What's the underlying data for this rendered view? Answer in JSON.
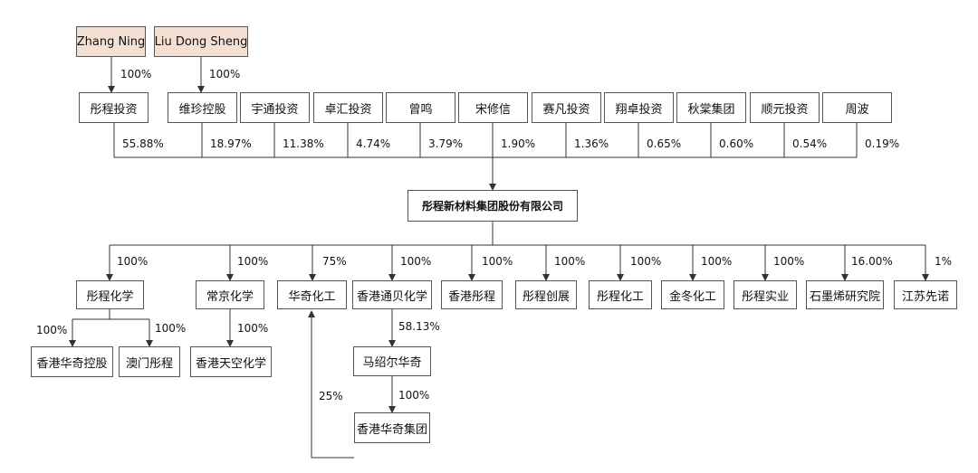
{
  "people": [
    "Zhang Ning",
    "Liu Dong Sheng"
  ],
  "people_pct": [
    "100%",
    "100%"
  ],
  "shareholders": [
    "彤程投资",
    "维珍控股",
    "宇通投资",
    "卓汇投资",
    "曾鸣",
    "宋修信",
    "赛凡投资",
    "翔卓投资",
    "秋棠集团",
    "顺元投资",
    "周波"
  ],
  "shareholder_pct": [
    "55.88%",
    "18.97%",
    "11.38%",
    "4.74%",
    "3.79%",
    "1.90%",
    "1.36%",
    "0.65%",
    "0.60%",
    "0.54%",
    "0.19%"
  ],
  "center": "彤程新材料集团股份有限公司",
  "subsidiaries": [
    "彤程化学",
    "常京化学",
    "华奇化工",
    "香港通贝化学",
    "香港彤程",
    "彤程创展",
    "彤程化工",
    "金冬化工",
    "彤程实业",
    "石墨烯研究院",
    "江苏先诺"
  ],
  "subsidiary_pct": [
    "100%",
    "100%",
    "75%",
    "100%",
    "100%",
    "100%",
    "100%",
    "100%",
    "100%",
    "16.00%",
    "1%"
  ],
  "third_level": {
    "hk_huaqi_holding": "香港华奇控股",
    "macau_tongcheng": "澳门彤程",
    "hk_tiankong": "香港天空化学",
    "malaysia_huaqi": "马绍尔华奇",
    "hk_huaqi_group": "香港华奇集团"
  },
  "third_pct": {
    "hk_huaqi_holding": "100%",
    "macau_tongcheng": "100%",
    "hk_tiankong": "100%",
    "malaysia_huaqi": "58.13%",
    "hk_huaqi_group": "100%",
    "back_to_huaqi": "25%"
  },
  "colors": {
    "person_fill": "#f3e0d2",
    "line": "#333333"
  }
}
